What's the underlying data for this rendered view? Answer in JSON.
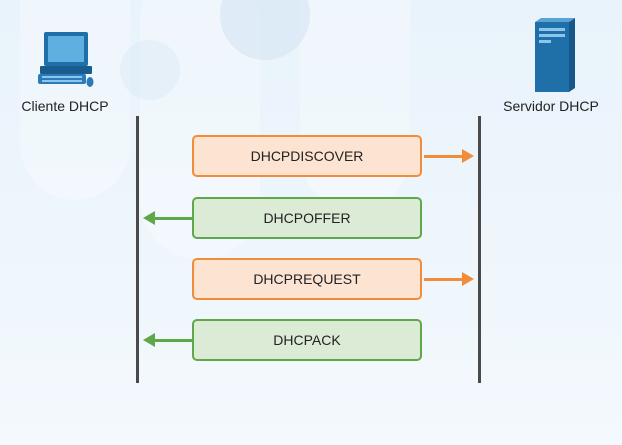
{
  "client": {
    "label": "Cliente DHCP",
    "icon": "computer-icon"
  },
  "server": {
    "label": "Servidor DHCP",
    "icon": "server-icon"
  },
  "messages": [
    {
      "label": "DHCPDISCOVER",
      "direction": "client-to-server",
      "color": "#f28c38"
    },
    {
      "label": "DHCPOFFER",
      "direction": "server-to-client",
      "color": "#5fa84a"
    },
    {
      "label": "DHCPREQUEST",
      "direction": "client-to-server",
      "color": "#f28c38"
    },
    {
      "label": "DHCPACK",
      "direction": "server-to-client",
      "color": "#5fa84a"
    }
  ],
  "colors": {
    "request_fill": "#fce3d2",
    "request_border": "#f28c38",
    "reply_fill": "#dcebd6",
    "reply_border": "#5fa84a",
    "icon_blue": "#1f6fa8",
    "lifeline": "#4a4a4a"
  }
}
